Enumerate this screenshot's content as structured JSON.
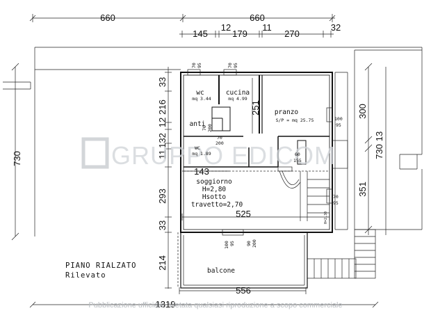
{
  "dimensions": {
    "top_left": "660",
    "top_right": "660",
    "d145": "145",
    "d12": "12",
    "d179": "179",
    "d11": "11",
    "d270": "270",
    "d32": "32",
    "left_730": "730",
    "right_730": "730",
    "d33_top": "33",
    "d216": "216",
    "d12_left": "12",
    "d132": "132",
    "d11_left": "11",
    "d293": "293",
    "d33_bottom": "33",
    "d214": "214",
    "d251": "251",
    "d143": "143",
    "d525": "525",
    "d556": "556",
    "d1319": "1319",
    "d300": "300",
    "d13": "13",
    "d351": "351"
  },
  "rooms": {
    "wc_label": "wc",
    "wc_area": "mq 3.44",
    "cucina_label": "cucina",
    "cucina_area": "mq 4.99",
    "pranzo_label": "pranzo",
    "pranzo_area": "S/P = mq 25.75",
    "anti_label": "anti",
    "wc2_label": "WC",
    "wc2_area": "mq 1.89",
    "soggiorno_label": "soggiorno",
    "soggiorno_h": "H=2,80",
    "soggiorno_hsotto": "Hsotto",
    "soggiorno_travetto": "travetto=2,70",
    "balcone_label": "balcone"
  },
  "openings": {
    "w70_95_a": "70",
    "w70_95_a2": "95",
    "w70_95_b": "70",
    "w70_95_b2": "95",
    "d70_200_anti": "70",
    "d70_200_anti2": "200",
    "d70_200_wc": "70",
    "d70_200_wc2": "200",
    "w100_95": "100",
    "w100_95b": "95",
    "w60_155": "60",
    "w60_155b": "155",
    "w70_95_right": "70",
    "w70_95_right2": "95",
    "d100_95": "100",
    "d100_95b": "95",
    "d90_200": "90",
    "d90_200b": "200",
    "h_note": "H=2,30"
  },
  "titles": {
    "plan_title": "PIANO RIALZATO",
    "plan_subtitle": "Rilevato"
  },
  "watermark": {
    "text": "GRUPPO EDICOM"
  },
  "footer": {
    "text": "Pubblicazione ufficiale. Vietata qualsiasi riproduzione a scopo commerciale"
  }
}
